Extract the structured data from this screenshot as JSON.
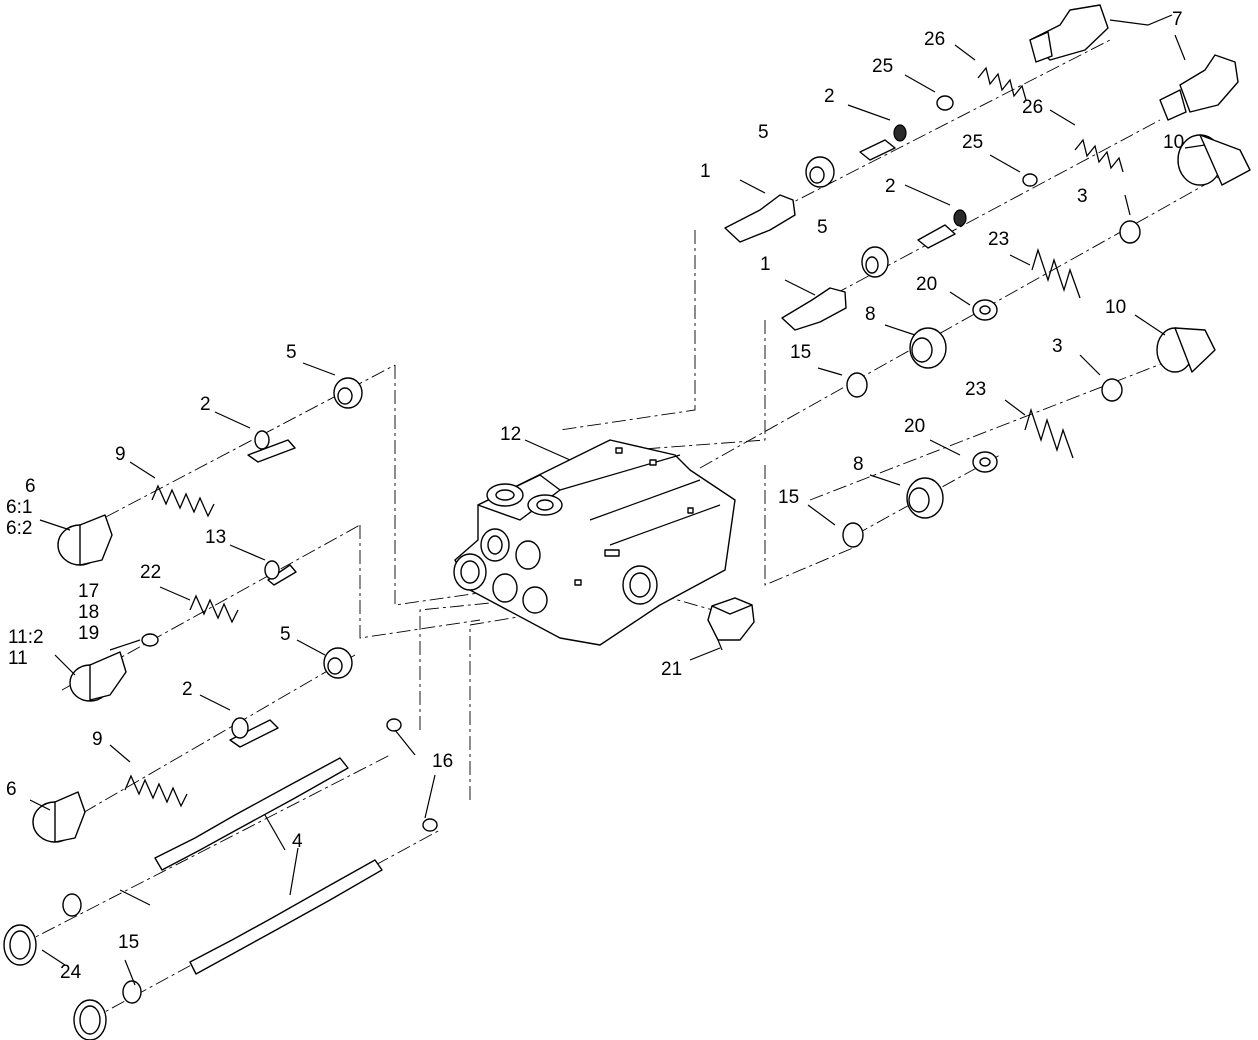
{
  "callouts": {
    "c1a": "1",
    "c1b": "1",
    "c2a": "2",
    "c2b": "2",
    "c2c": "2",
    "c2d": "2",
    "c3a": "3",
    "c3b": "3",
    "c4": "4",
    "c5a": "5",
    "c5b": "5",
    "c5c": "5",
    "c5d": "5",
    "c6a": "6",
    "c6a1": "6:1",
    "c6a2": "6:2",
    "c6b": "6",
    "c7": "7",
    "c8a": "8",
    "c8b": "8",
    "c9a": "9",
    "c9b": "9",
    "c10a": "10",
    "c10b": "10",
    "c11a": "11:2",
    "c11b": "11",
    "c12": "12",
    "c13": "13",
    "c15a": "15",
    "c15b": "15",
    "c15c": "15",
    "c16": "16",
    "c17": "17",
    "c18": "18",
    "c19": "19",
    "c20a": "20",
    "c20b": "20",
    "c21": "21",
    "c22": "22",
    "c23a": "23",
    "c23b": "23",
    "c24": "24",
    "c25a": "25",
    "c25b": "25",
    "c26a": "26",
    "c26b": "26"
  }
}
